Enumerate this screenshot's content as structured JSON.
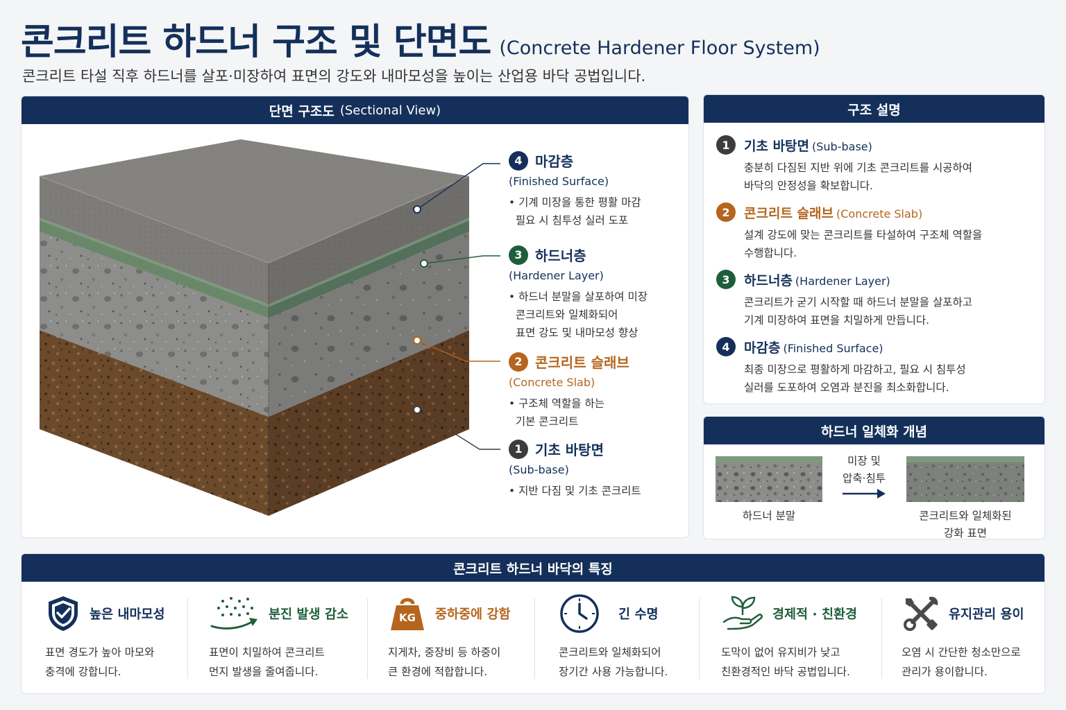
{
  "header": {
    "title": "콘크리트 하드너 구조 및 단면도",
    "title_en": "(Concrete Hardener Floor System)",
    "subtitle": "콘크리트 타설 직후 하드너를 살포·미장하여 표면의 강도와 내마모성을 높이는 산업용 바닥 공법입니다."
  },
  "colors": {
    "navy": "#14305a",
    "green": "#1f5e3a",
    "orange": "#b5651d",
    "soil": "#6b4a2c",
    "concrete": "#8a8a88",
    "surface": "#7c7a76",
    "hardener": "#5f7a5f"
  },
  "section": {
    "title": "단면 구조도",
    "title_en": "(Sectional View)",
    "callouts": [
      {
        "num": "4",
        "name": "마감층",
        "en": "(Finished Surface)",
        "desc": "• 기계 미장을 통한 평활 마감\n  필요 시 침투성 실러 도포"
      },
      {
        "num": "3",
        "name": "하드너층",
        "en": "(Hardener Layer)",
        "desc": "• 하드너 분말을 살포하여 미장\n  콘크리트와 일체화되어\n  표면 강도 및 내마모성 향상"
      },
      {
        "num": "2",
        "name": "콘크리트 슬래브",
        "en": "(Concrete Slab)",
        "desc": "• 구조체 역할을 하는\n  기본 콘크리트"
      },
      {
        "num": "1",
        "name": "기초 바탕면",
        "en": "(Sub-base)",
        "desc": "• 지반 다짐 및 기초 콘크리트"
      }
    ]
  },
  "explanation": {
    "title": "구조 설명",
    "items": [
      {
        "num": "1",
        "name": "기초 바탕면",
        "en": "(Sub-base)",
        "desc": "충분히 다짐된 지반 위에 기초 콘크리트를 시공하여\n바닥의 안정성을 확보합니다."
      },
      {
        "num": "2",
        "name": "콘크리트 슬래브",
        "en": "(Concrete Slab)",
        "desc": "설계 강도에 맞는 콘크리트를 타설하여 구조체 역할을\n수행합니다."
      },
      {
        "num": "3",
        "name": "하드너층",
        "en": "(Hardener Layer)",
        "desc": "콘크리트가 굳기 시작할 때 하드너 분말을 살포하고\n기계 미장하여 표면을 치밀하게 만듭니다."
      },
      {
        "num": "4",
        "name": "마감층",
        "en": "(Finished Surface)",
        "desc": "최종 미장으로 평활하게 마감하고, 필요 시 침투성\n실러를 도포하여 오염과 분진을 최소화합니다."
      }
    ]
  },
  "concept": {
    "title": "하드너 일체화 개념",
    "left_label": "하드너 분말",
    "arrow_label_1": "미장 및",
    "arrow_label_2": "압축·침투",
    "right_label_1": "콘크리트와 일체화된",
    "right_label_2": "강화 표면"
  },
  "features": {
    "title": "콘크리트 하드너 바닥의 특징",
    "items": [
      {
        "icon": "shield-check-icon",
        "name": "높은 내마모성",
        "desc": "표면 경도가 높아 마모와\n충격에 강합니다."
      },
      {
        "icon": "dust-reduction-icon",
        "name": "분진 발생 감소",
        "desc": "표면이 치밀하여 콘크리트\n먼지 발생을 줄여줍니다."
      },
      {
        "icon": "kg-weight-icon",
        "name": "중하중에 강함",
        "icon_text": "KG",
        "desc": "지게차, 중장비 등 하중이\n큰 환경에 적합합니다."
      },
      {
        "icon": "clock-icon",
        "name": "긴 수명",
        "desc": "콘크리트와 일체화되어\n장기간 사용 가능합니다."
      },
      {
        "icon": "plant-hand-icon",
        "name": "경제적 · 친환경",
        "desc": "도막이 없어 유지비가 낮고\n친환경적인 바닥 공법입니다."
      },
      {
        "icon": "tools-icon",
        "name": "유지관리 용이",
        "desc": "오염 시 간단한 청소만으로\n관리가 용이합니다."
      }
    ]
  }
}
